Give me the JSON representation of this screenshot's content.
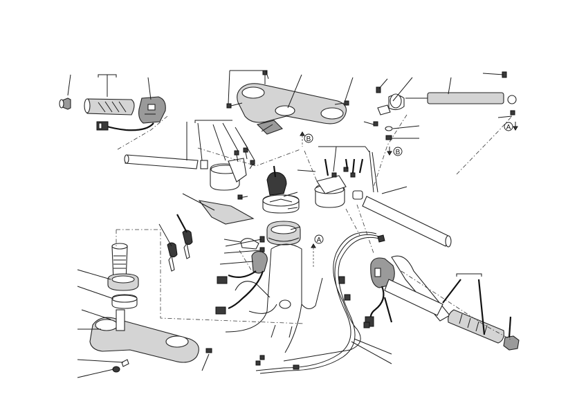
{
  "references": [
    {
      "id": "ref-A-steering-damper",
      "letter": "A"
    },
    {
      "id": "ref-B-steering-damper",
      "letter": "B"
    },
    {
      "id": "ref-B-top-yoke",
      "letter": "B"
    },
    {
      "id": "ref-A-steering-tube",
      "letter": "A"
    }
  ]
}
